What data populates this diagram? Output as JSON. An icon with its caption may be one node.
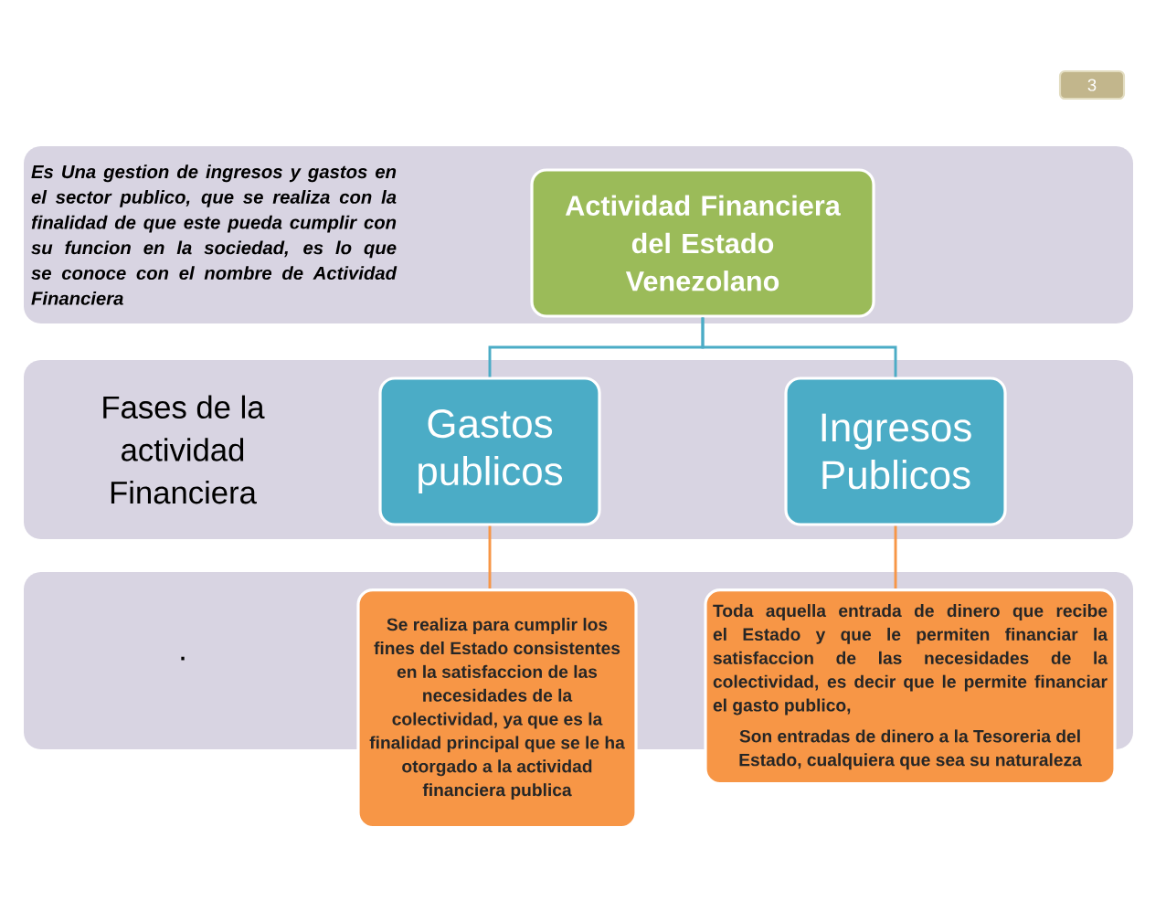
{
  "diagram": {
    "nodes": [
      {
        "text": [
          "3"
        ]
      },
      {
        "text": [
          "Es Una gestion de ingresos y gastos en el sector publico, que se realiza con la finalidad de que este pueda cumplir con su funcion en la sociedad, es lo que se conoce con el nombre de Actividad Financiera"
        ]
      },
      {
        "text": [
          "Actividad Financiera del Estado Venezolano"
        ],
        "in": 1
      },
      {
        "text": [
          "Fases de la actividad Financiera"
        ]
      },
      {
        "text": [
          "Gastos publicos"
        ],
        "in": 3
      },
      {
        "text": [
          "Ingresos Publicos"
        ],
        "in": 3
      },
      {
        "text": [
          "."
        ]
      },
      {
        "text": [
          "Se realiza para cumplir los fines del Estado consistentes en la satisfaccion de las necesidades de la colectividad, ya que es la finalidad principal que se le ha otorgado a la actividad financiera publica"
        ]
      },
      {
        "text": [
          "Toda aquella entrada de dinero que recibe el Estado y que le permiten financiar la satisfaccion de las necesidades de la colectividad, es decir que le permite financiar el gasto publico,",
          "Son entradas de dinero a la Tesoreria del Estado, cualquiera que sea su naturaleza"
        ]
      }
    ],
    "edges": [
      {
        "from": 2,
        "to": 4,
        "arrow": "none",
        "color": "#4bacc6"
      },
      {
        "from": 2,
        "to": 5,
        "arrow": "none",
        "color": "#4bacc6"
      },
      {
        "from": 4,
        "to": 7,
        "arrow": "none",
        "color": "#f79646"
      },
      {
        "from": 5,
        "to": 8,
        "arrow": "none",
        "color": "#f79646"
      }
    ]
  }
}
